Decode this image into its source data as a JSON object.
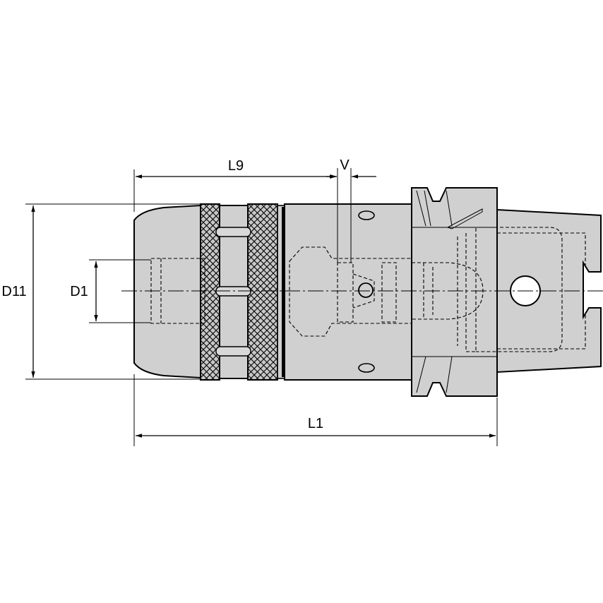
{
  "drawing": {
    "labels": {
      "l9": "L9",
      "v": "V",
      "d11": "D11",
      "d1": "D1",
      "l1": "L1"
    },
    "colors": {
      "body_fill": "#d0d0d0",
      "line": "#000000",
      "background": "#ffffff"
    }
  }
}
